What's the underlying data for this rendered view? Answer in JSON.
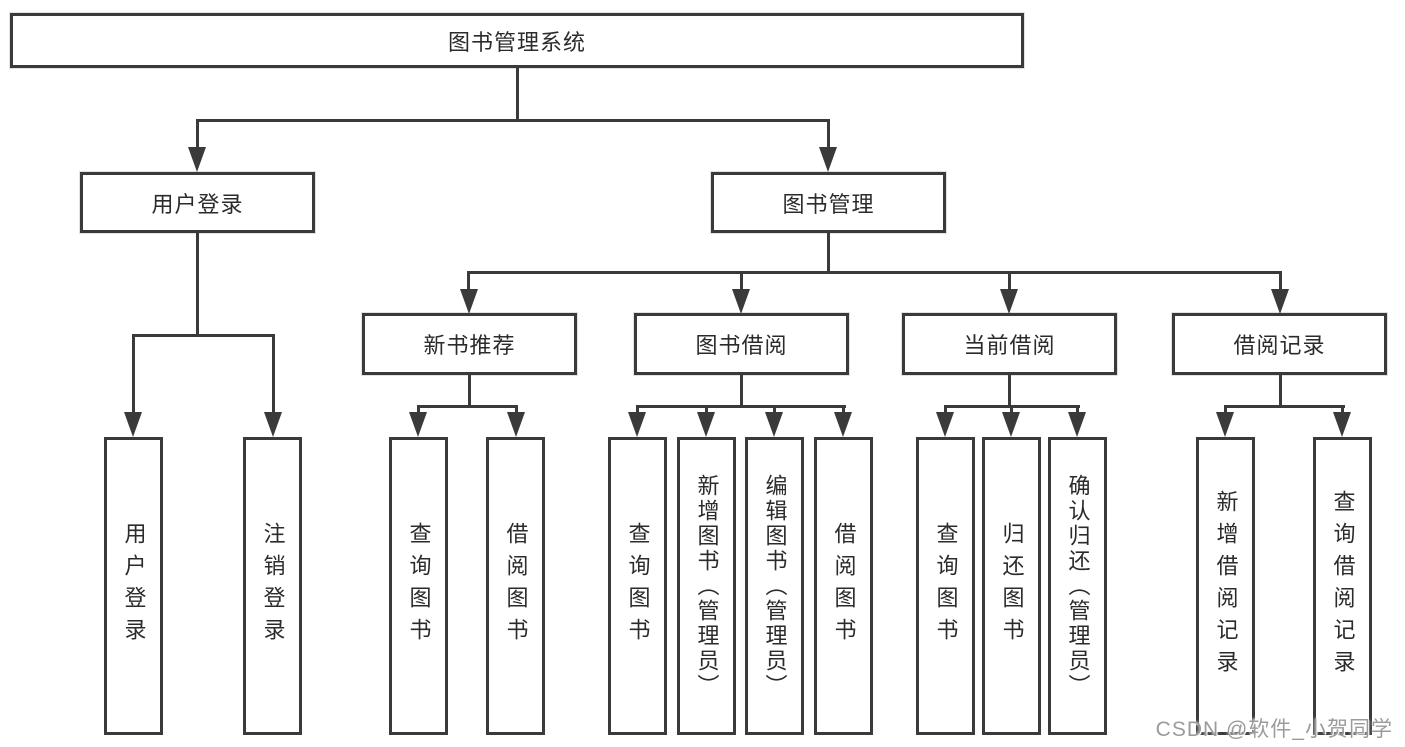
{
  "nodes": {
    "root": "图书管理系统",
    "user_login": "用户登录",
    "book_mgmt": "图书管理",
    "new_book": "新书推荐",
    "borrow": "图书借阅",
    "current": "当前借阅",
    "record": "借阅记录",
    "leaf_user_login": "用户登录",
    "leaf_logout": "注销登录",
    "nb_query": "查询图书",
    "nb_borrow": "借阅图书",
    "bb_query": "查询图书",
    "bb_add": "新增图书（管理员）",
    "bb_edit": "编辑图书（管理员）",
    "bb_borrow": "借阅图书",
    "cb_query": "查询图书",
    "cb_return": "归还图书",
    "cb_confirm": "确认归还（管理员）",
    "br_add": "新增借阅记录",
    "br_query": "查询借阅记录"
  },
  "watermark": "CSDN @软件_小贺同学",
  "colors": {
    "line": "#3a3a3a",
    "text": "#2b2b2b",
    "watermark": "#9b9b9b"
  }
}
